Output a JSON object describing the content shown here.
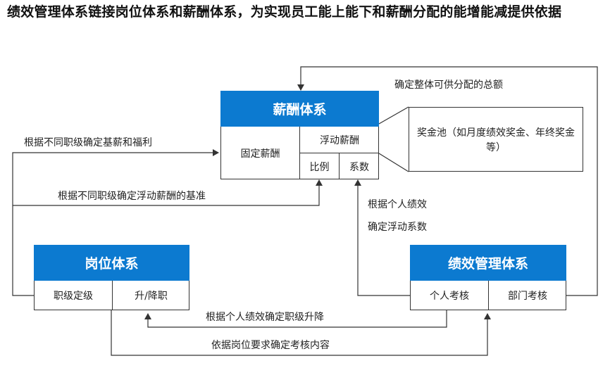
{
  "title": "绩效管理体系链接岗位体系和薪酬体系，为实现员工能上能下和薪酬分配的能增能减提供依据",
  "salary_system": {
    "header": "薪酬体系",
    "fixed": "固定薪酬",
    "floating": "浮动薪酬",
    "ratio": "比例",
    "coefficient": "系数"
  },
  "position_system": {
    "header": "岗位体系",
    "grade": "职级定级",
    "promotion": "升/降职"
  },
  "performance_system": {
    "header": "绩效管理体系",
    "personal": "个人考核",
    "department": "部门考核"
  },
  "bonus_pool": "奖金池（如月度绩效奖金、年终奖金等）",
  "arrows": {
    "total_amount": "确定整体可供分配的总额",
    "base_by_grade": "根据不同职级确定基薪和福利",
    "float_by_grade": "根据不同职级确定浮动薪酬的基准",
    "personal_perf_line1": "根据个人绩效",
    "personal_perf_line2": "确定浮动系数",
    "grade_change": "根据个人绩效确定职级升降",
    "assess_content": "依据岗位要求确定考核内容"
  }
}
